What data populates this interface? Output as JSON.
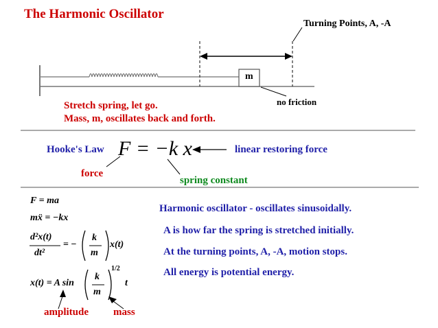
{
  "title": "The Harmonic Oscillator",
  "turning_points_label": "Turning Points, A, -A",
  "mass_label": "m",
  "no_friction": "no friction",
  "instructions": [
    "Stretch spring, let go.",
    "Mass, m, oscillates back and forth."
  ],
  "hookes": {
    "label": "Hooke's Law",
    "equation": "F = −k x",
    "restoring": "linear restoring force",
    "force": "force",
    "spring_constant": "spring constant"
  },
  "equations": {
    "eq1": "F = ma",
    "eq2": "mẍ = −kx",
    "d2x": "d²x(t)",
    "dt2": "dt²",
    "k": "k",
    "m": "m",
    "xt": "x(t)",
    "sol_lhs": "x(t) = A sin",
    "half": "1/2",
    "t": "t",
    "amplitude": "amplitude",
    "mass": "mass"
  },
  "notes": [
    "Harmonic oscillator - oscillates sinusoidally.",
    "A is how far the spring is stretched initially.",
    "At the turning points, A, -A, motion stops.",
    "All energy is potential energy."
  ],
  "colors": {
    "title_red": "#cc0000",
    "blue": "#1f1fa8",
    "green": "#0f8a1f"
  }
}
